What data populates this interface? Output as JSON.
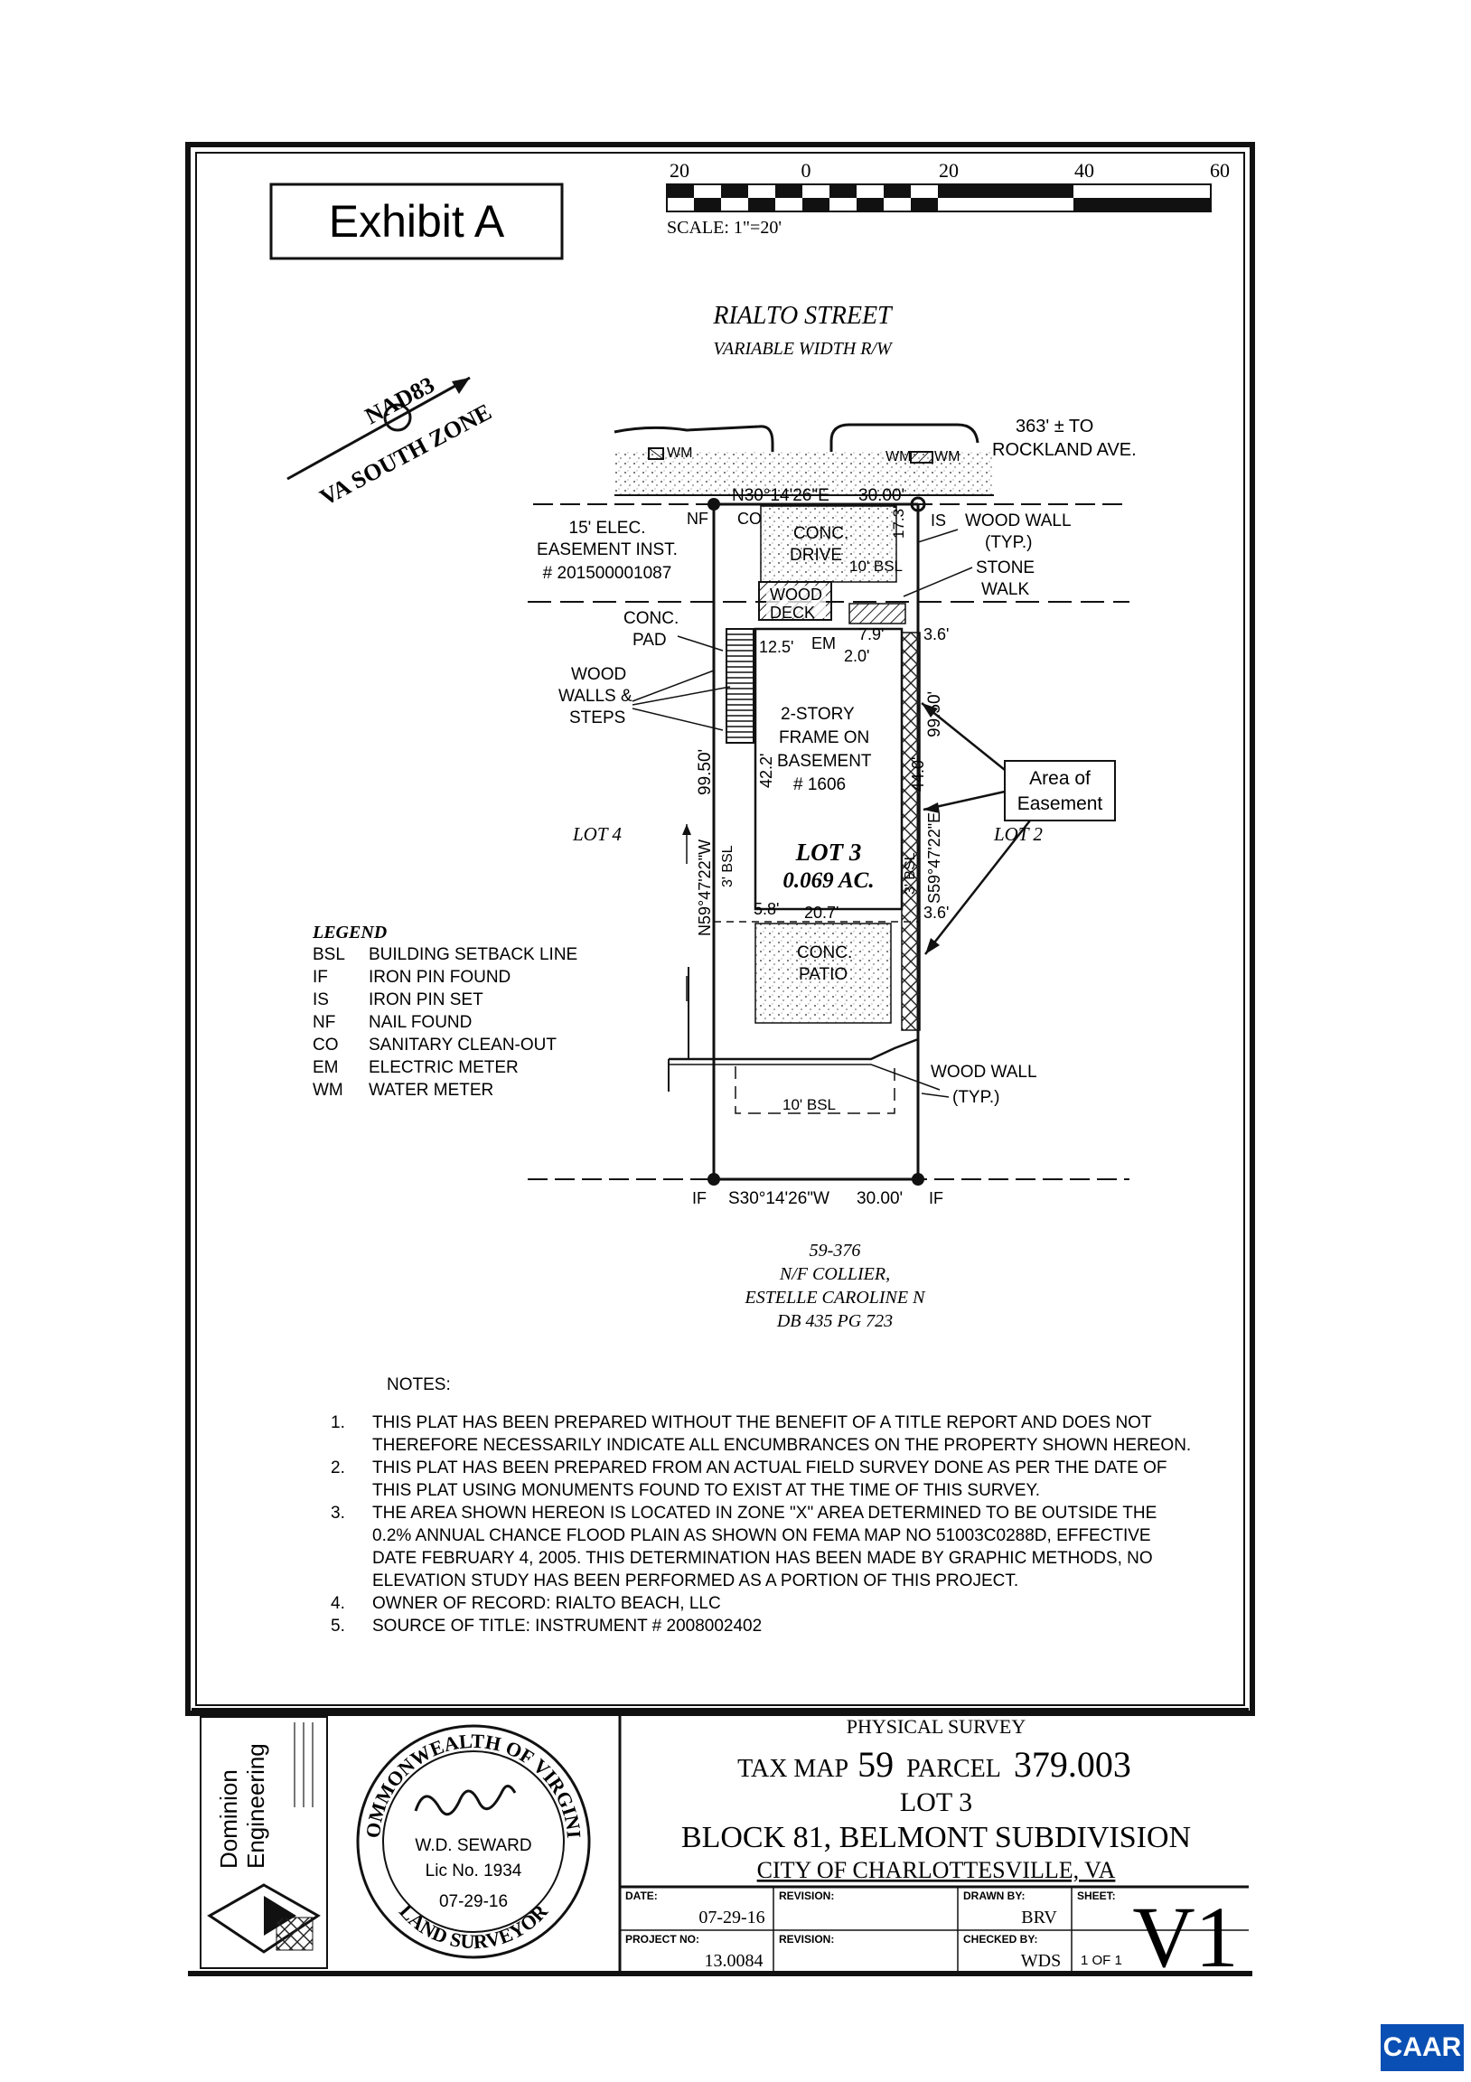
{
  "exhibit_label": "Exhibit A",
  "scale_bar": {
    "ticks": [
      "20",
      "0",
      "20",
      "40",
      "60"
    ],
    "label": "SCALE: 1\"=20'"
  },
  "street": {
    "name": "RIALTO STREET",
    "width": "VARIABLE WIDTH R/W"
  },
  "north_arrow": {
    "line1": "NAD83",
    "line2": "VA SOUTH ZONE"
  },
  "labels": {
    "wm_left": "WM",
    "wm_right": "WM",
    "wm_right2": "WM",
    "dist_rockland_1": "363' ± TO",
    "dist_rockland_2": "ROCKLAND AVE.",
    "bearing_top": "N30°14'26\"E",
    "dist_top": "30.00'",
    "nf": "NF",
    "co": "CO",
    "is": "IS",
    "wood_wall_top_1": "WOOD WALL",
    "wood_wall_top_2": "(TYP.)",
    "stone_walk_1": "STONE",
    "stone_walk_2": "WALK",
    "easement_1": "15' ELEC.",
    "easement_2": "EASEMENT INST.",
    "easement_3": "# 201500001087",
    "conc_drive_1": "CONC.",
    "conc_drive_2": "DRIVE",
    "bsl_top": "10' BSL",
    "dim_173": "17.3'",
    "wood_deck_1": "WOOD",
    "wood_deck_2": "DECK",
    "conc_pad_1": "CONC.",
    "conc_pad_2": "PAD",
    "dim_125": "12.5'",
    "em": "EM",
    "dim_79": "7.9'",
    "dim_20": "2.0'",
    "dim_36a": "3.6'",
    "wood_walls_1": "WOOD",
    "wood_walls_2": "WALLS &",
    "wood_walls_3": "STEPS",
    "house_1": "2-STORY",
    "house_2": "FRAME ON",
    "house_3": "BASEMENT",
    "house_4": "# 1606",
    "dim_422": "42.2'",
    "dim_440": "44.0'",
    "dim_9950_left": "99.50'",
    "dim_9950_right": "99.50'",
    "area_easement_1": "Area of",
    "area_easement_2": "Easement",
    "lot4": "LOT 4",
    "lot2": "LOT 2",
    "bearing_left": "N59°47'22\"W",
    "bearing_right": "S59°47'22\"E",
    "bsl_left": "3' BSL",
    "bsl_right": "3' BSL",
    "lot3": "LOT 3",
    "lot3_area": "0.069 AC.",
    "dim_58": "5.8'",
    "dim_207": "20.7'",
    "dim_36b": "3.6'",
    "conc_patio_1": "CONC.",
    "conc_patio_2": "PATIO",
    "wood_wall_bot_1": "WOOD WALL",
    "wood_wall_bot_2": "(TYP.)",
    "bsl_bottom": "10' BSL",
    "if_left": "IF",
    "bearing_bottom": "S30°14'26\"W",
    "dist_bottom": "30.00'",
    "if_right": "IF",
    "adj_1": "59-376",
    "adj_2": "N/F COLLIER,",
    "adj_3": "ESTELLE CAROLINE N",
    "adj_4": "DB 435 PG 723"
  },
  "legend": {
    "title": "LEGEND",
    "items": [
      {
        "code": "BSL",
        "desc": "BUILDING SETBACK LINE"
      },
      {
        "code": "IF",
        "desc": "IRON PIN FOUND"
      },
      {
        "code": "IS",
        "desc": "IRON PIN SET"
      },
      {
        "code": "NF",
        "desc": "NAIL FOUND"
      },
      {
        "code": "CO",
        "desc": "SANITARY CLEAN-OUT"
      },
      {
        "code": "EM",
        "desc": "ELECTRIC METER"
      },
      {
        "code": "WM",
        "desc": "WATER METER"
      }
    ]
  },
  "notes": {
    "title": "NOTES:",
    "items": [
      {
        "num": "1.",
        "lines": [
          "THIS PLAT HAS BEEN PREPARED WITHOUT THE BENEFIT OF A TITLE REPORT AND DOES NOT",
          "THEREFORE NECESSARILY INDICATE ALL ENCUMBRANCES ON THE PROPERTY SHOWN HEREON."
        ]
      },
      {
        "num": "2.",
        "lines": [
          "THIS PLAT HAS BEEN PREPARED FROM AN ACTUAL FIELD SURVEY DONE AS PER THE DATE OF",
          "THIS PLAT USING MONUMENTS FOUND TO EXIST AT THE TIME OF THIS SURVEY."
        ]
      },
      {
        "num": "3.",
        "lines": [
          "THE AREA SHOWN HEREON IS LOCATED IN ZONE \"X\" AREA DETERMINED TO BE OUTSIDE THE",
          "0.2% ANNUAL CHANCE FLOOD PLAIN AS SHOWN ON FEMA MAP NO 51003C0288D, EFFECTIVE",
          "DATE FEBRUARY 4, 2005. THIS DETERMINATION HAS BEEN MADE BY GRAPHIC METHODS, NO",
          "ELEVATION STUDY HAS BEEN PERFORMED AS A PORTION OF THIS PROJECT."
        ]
      },
      {
        "num": "4.",
        "lines": [
          "OWNER OF RECORD:   RIALTO BEACH, LLC"
        ]
      },
      {
        "num": "5.",
        "lines": [
          "SOURCE OF TITLE:   INSTRUMENT # 2008002402"
        ]
      }
    ]
  },
  "title_block": {
    "company_1": "Dominion",
    "company_2": "Engineering",
    "seal_top": "COMMONWEALTH OF VIRGINIA",
    "seal_bottom": "LAND SURVEYOR",
    "seal_name": "W.D. SEWARD",
    "seal_lic": "Lic No. 1934",
    "seal_date": "07-29-16",
    "survey_type": "PHYSICAL SURVEY",
    "tax_map_label": "TAX MAP",
    "tax_map_no": "59",
    "parcel_label": "PARCEL",
    "parcel_no": "379.003",
    "lot": "LOT 3",
    "block": "BLOCK 81, BELMONT SUBDIVISION",
    "city": "CITY OF CHARLOTTESVILLE, VA",
    "date_label": "DATE:",
    "date": "07-29-16",
    "revision_label": "REVISION:",
    "drawn_by_label": "DRAWN BY:",
    "drawn_by": "BRV",
    "sheet_label": "SHEET:",
    "project_no_label": "PROJECT NO:",
    "project_no": "13.0084",
    "revision_label_2": "REVISION:",
    "checked_by_label": "CHECKED BY:",
    "checked_by": "WDS",
    "sheet_count": "1 OF 1",
    "sheet_id": "V1"
  },
  "footer_logo": "CAAR"
}
